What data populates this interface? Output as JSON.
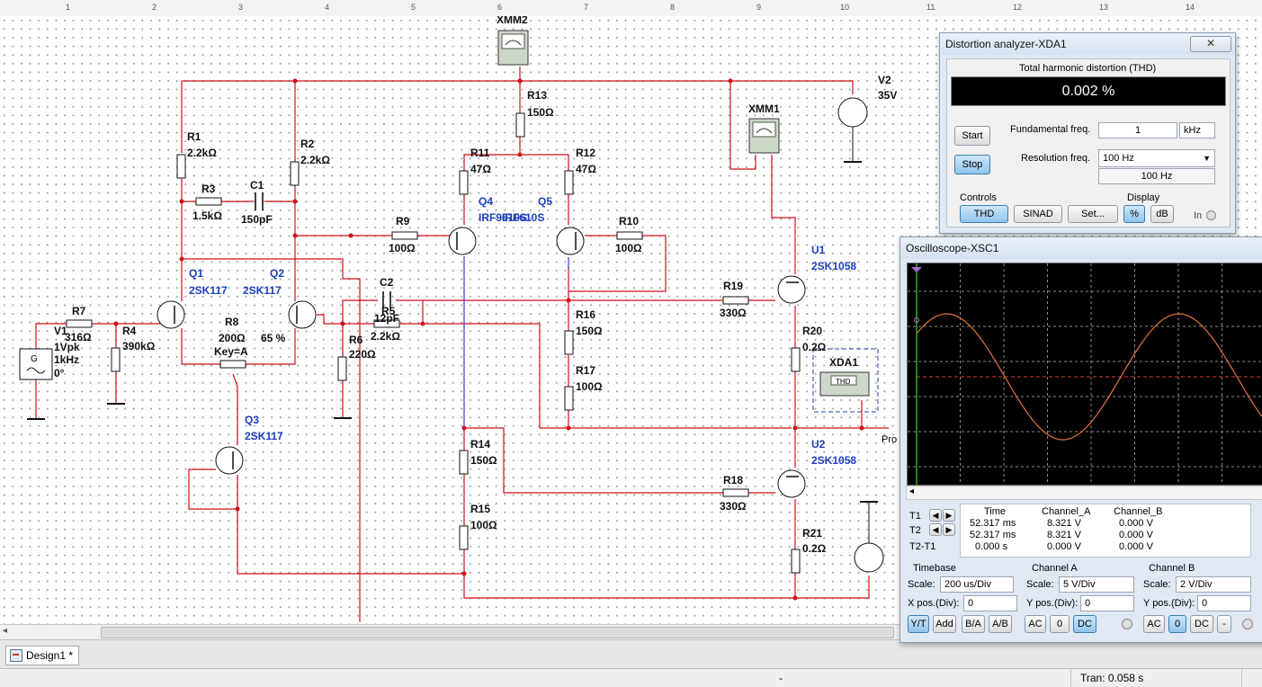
{
  "ruler": {
    "ticks": [
      "1",
      "2",
      "3",
      "4",
      "5",
      "6",
      "7",
      "8",
      "9",
      "10",
      "11",
      "12",
      "13",
      "14"
    ]
  },
  "components": {
    "XMM2": "XMM2",
    "XMM1": "XMM1",
    "R13": "R13",
    "R13_val": "150Ω",
    "V2": "V2",
    "V2_val": "35V",
    "R1": "R1",
    "R1_val": "2.2kΩ",
    "R2": "R2",
    "R2_val": "2.2kΩ",
    "R3": "R3",
    "R3_val": "1.5kΩ",
    "C1": "C1",
    "C1_val": "150pF",
    "R11": "R11",
    "R11_val": "47Ω",
    "R12": "R12",
    "R12_val": "47Ω",
    "Q4": "Q4",
    "Q5": "Q5",
    "Q4_type": "IRF9610S",
    "Q5_type": "IRF610S",
    "R9": "R9",
    "R9_val": "100Ω",
    "R10": "R10",
    "R10_val": "100Ω",
    "U1": "U1",
    "U1_type": "2SK1058",
    "U2": "U2",
    "U2_type": "2SK1058",
    "Q1": "Q1",
    "Q1_type": "2SK117",
    "Q2": "Q2",
    "Q2_type": "2SK117",
    "C2": "C2",
    "C2_val": "12pF",
    "R5": "R5",
    "R5_val": "2.2kΩ",
    "R19": "R19",
    "R19_val": "330Ω",
    "R18": "R18",
    "R18_val": "330Ω",
    "V1": "V1",
    "V1_amp": "1Vpk",
    "V1_freq": "1kHz",
    "V1_phase": "0°",
    "R7": "R7",
    "R7_val": "316Ω",
    "R4": "R4",
    "R4_val": "390kΩ",
    "R8": "R8",
    "R8_val": "200Ω",
    "R8_key": "Key=A",
    "R8_pct": "65 %",
    "R6": "R6",
    "R6_val": "220Ω",
    "R16": "R16",
    "R16_val": "150Ω",
    "R17": "R17",
    "R17_val": "100Ω",
    "R20": "R20",
    "R20_val": "0.2Ω",
    "R21": "R21",
    "R21_val": "0.2Ω",
    "XDA1": "XDA1",
    "XDA1_face": "THD",
    "Q3": "Q3",
    "Q3_type": "2SK117",
    "R14": "R14",
    "R14_val": "150Ω",
    "R15": "R15",
    "R15_val": "100Ω",
    "probe_text": "Pro"
  },
  "tabs": {
    "design": "Design1 *"
  },
  "status": {
    "dash": "-",
    "tran": "Tran: 0.058 s"
  },
  "distortion": {
    "title": "Distortion analyzer-XDA1",
    "close": "✕",
    "heading": "Total harmonic distortion (THD)",
    "reading": "0.002 %",
    "start": "Start",
    "stop": "Stop",
    "fund_label": "Fundamental freq.",
    "fund_value": "1",
    "fund_unit": "kHz",
    "res_label": "Resolution freq.",
    "res_value": "100 Hz",
    "res_readout": "100 Hz",
    "controls_label": "Controls",
    "display_label": "Display",
    "thd": "THD",
    "sinad": "SINAD",
    "set": "Set...",
    "pct": "%",
    "db": "dB",
    "in": "In"
  },
  "scope": {
    "title": "Oscilloscope-XSC1",
    "readout": {
      "headers": [
        "Time",
        "Channel_A",
        "Channel_B"
      ],
      "rows": [
        {
          "label": "T1",
          "time": "52.317 ms",
          "a": "8.321 V",
          "b": "0.000 V"
        },
        {
          "label": "T2",
          "time": "52.317 ms",
          "a": "8.321 V",
          "b": "0.000 V"
        },
        {
          "label": "T2-T1",
          "time": "0.000 s",
          "a": "0.000 V",
          "b": "0.000 V"
        }
      ]
    },
    "timebase": {
      "title": "Timebase",
      "scale_label": "Scale:",
      "scale": "200 us/Div",
      "xpos_label": "X pos.(Div):",
      "xpos": "0",
      "yt": "Y/T",
      "add": "Add",
      "ba": "B/A",
      "ab": "A/B"
    },
    "chA": {
      "title": "Channel A",
      "scale_label": "Scale:",
      "scale": "5  V/Div",
      "ypos_label": "Y pos.(Div):",
      "ypos": "0",
      "ac": "AC",
      "zero": "0",
      "dc": "DC"
    },
    "chB": {
      "title": "Channel B",
      "scale_label": "Scale:",
      "scale": "2  V/Div",
      "ypos_label": "Y pos.(Div):",
      "ypos": "0",
      "ac": "AC",
      "zero": "0",
      "dc": "DC",
      "minus": "-"
    }
  },
  "colors": {
    "wire": "#d10f17",
    "wire_blue": "#3a3adb",
    "trace": "#e3733a",
    "screen": "#000000",
    "grid": "#8a8a8a",
    "label_blue": "#1d3fbf"
  }
}
